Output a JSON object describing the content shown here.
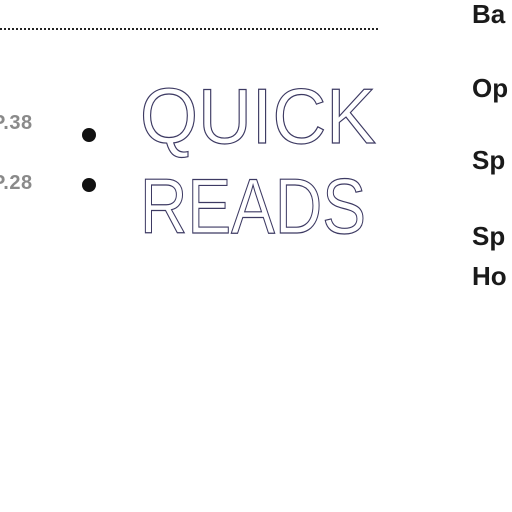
{
  "left_column": {
    "page_refs": [
      {
        "label": "P.38"
      },
      {
        "label": "P.28"
      }
    ]
  },
  "title": {
    "line1": "QUICK",
    "line2": "READS",
    "stroke_color": "#3d3a63"
  },
  "toc": {
    "items": [
      {
        "label": "Ba"
      },
      {
        "label": "Op"
      },
      {
        "label": "Sp"
      },
      {
        "label": "Sp"
      },
      {
        "label": "Ho"
      }
    ]
  },
  "colors": {
    "page_ref": "#8a8a8a",
    "toc_text": "#1a1a1a",
    "bullet": "#111111"
  }
}
